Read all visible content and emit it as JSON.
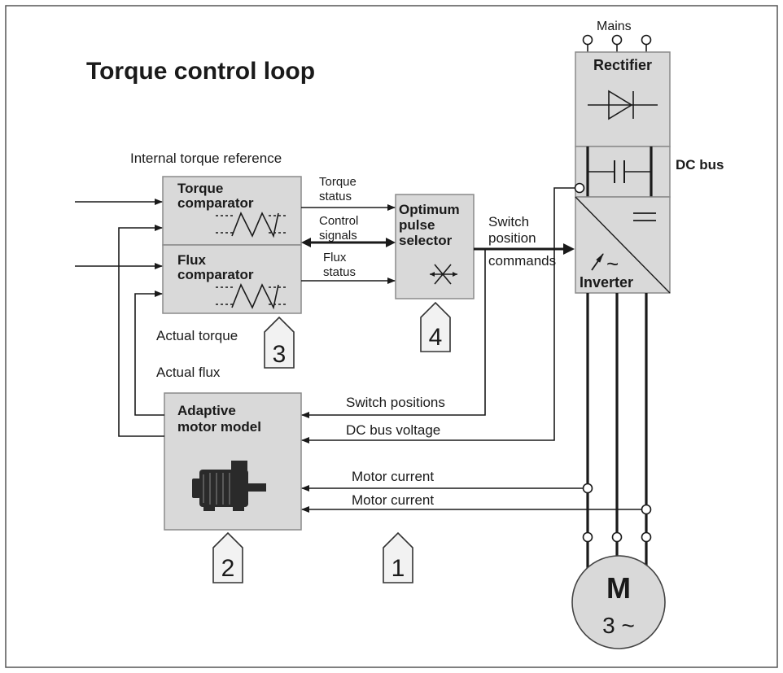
{
  "title": "Torque control loop",
  "labels": {
    "mains": "Mains",
    "rectifier": "Rectifier",
    "dc_bus": "DC bus",
    "inverter": "Inverter",
    "internal_torque_reference": "Internal torque reference",
    "torque_comparator_1": "Torque",
    "torque_comparator_2": "comparator",
    "flux_comparator_1": "Flux",
    "flux_comparator_2": "comparator",
    "torque_status_1": "Torque",
    "torque_status_2": "status",
    "control_signals_1": "Control",
    "control_signals_2": "signals",
    "flux_status_1": "Flux",
    "flux_status_2": "status",
    "optimum_1": "Optimum",
    "optimum_2": "pulse",
    "optimum_3": "selector",
    "switch_1": "Switch",
    "switch_2": "position",
    "switch_3": "commands",
    "actual_torque": "Actual torque",
    "actual_flux": "Actual flux",
    "adaptive_1": "Adaptive",
    "adaptive_2": "motor model",
    "switch_positions": "Switch positions",
    "dc_bus_voltage": "DC bus voltage",
    "motor_current_1": "Motor current",
    "motor_current_2": "Motor current",
    "motor_m": "M",
    "motor_phase": "3 ~",
    "badge_1": "1",
    "badge_2": "2",
    "badge_3": "3",
    "badge_4": "4"
  },
  "colors": {
    "box_fill": "#d9d9d9",
    "line": "#1a1a1a",
    "border": "#8a8a8a"
  }
}
